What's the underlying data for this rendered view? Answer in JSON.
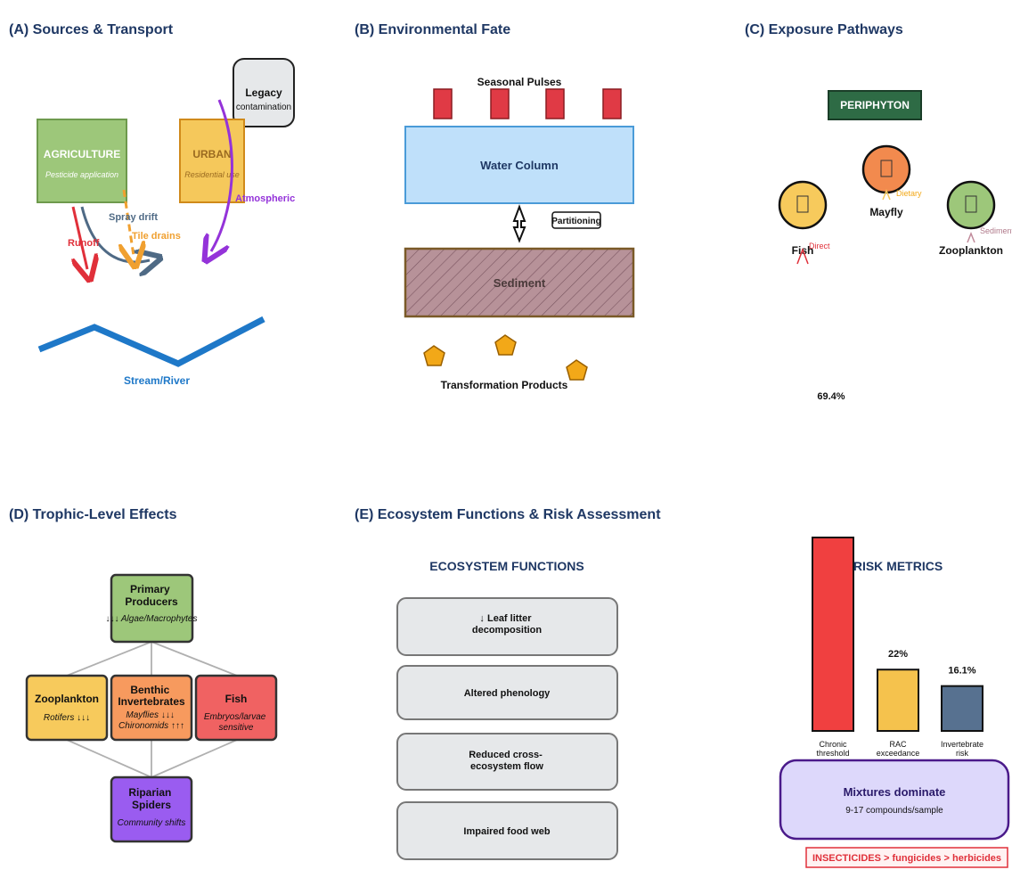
{
  "colors": {
    "title": "#1f3864",
    "agriculture": "#9dc77a",
    "urban": "#f5c85b",
    "runoff": "#e0303a",
    "spray": "#4f6a85",
    "tile": "#f0a030",
    "atmospheric": "#9433d9",
    "stream": "#1e78c8",
    "water": "#bfe0fa",
    "sediment": "#b79299",
    "pulse": "#e03a45",
    "product": "#f2a818",
    "periphyton": "#2e6b45",
    "fish": "#f7ca5c",
    "mayfly": "#f28a4e",
    "zooplankton": "#9dc77a",
    "spiders": "#9a5cf0",
    "benthic": "#f79a5e",
    "fish_d": "#f06262",
    "bar_chronic": "#f04040",
    "bar_rac": "#f5c24d",
    "bar_invert": "#577190",
    "mixtures": "#ddd8fb",
    "banner": "#e0303a"
  },
  "panelA": {
    "title": "(A) Sources & Transport",
    "agriculture": {
      "name": "AGRICULTURE",
      "sub": "Pesticide application"
    },
    "urban": {
      "name": "URBAN",
      "sub": "Residential use"
    },
    "legacy": {
      "name": "Legacy",
      "sub": "contamination"
    },
    "runoff": "Runoff",
    "spray": "Spray drift",
    "tile": "Tile drains",
    "atmospheric": "Atmospheric",
    "stream": "Stream/River"
  },
  "panelB": {
    "title": "(B) Environmental Fate",
    "pulses": "Seasonal Pulses",
    "water": "Water Column",
    "partitioning": "Partitioning",
    "sediment": "Sediment",
    "products": "Transformation Products"
  },
  "panelC": {
    "title": "(C) Exposure Pathways",
    "periphyton": "PERIPHYTON",
    "mayfly": "Mayfly",
    "fish": "Fish",
    "zooplankton": "Zooplankton",
    "dietary": "Dietary",
    "direct": "Direct",
    "sediment": "Sediment",
    "percent": "69.4%"
  },
  "panelD": {
    "title": "(D) Trophic-Level Effects",
    "primary": {
      "name": "Primary\nProducers",
      "sub": "↓↓↓ Algae/Macrophytes"
    },
    "zooplankton": {
      "name": "Zooplankton",
      "sub": "Rotifers ↓↓↓"
    },
    "benthic": {
      "name": "Benthic\nInvertebrates",
      "sub": "Mayflies ↓↓↓\nChironomids ↑↑↑"
    },
    "fish": {
      "name": "Fish",
      "sub": "Embryos/larvae\nsensitive"
    },
    "spiders": {
      "name": "Riparian\nSpiders",
      "sub": "Community shifts"
    }
  },
  "panelE": {
    "title": "(E) Ecosystem Functions & Risk Assessment",
    "functions_title": "ECOSYSTEM FUNCTIONS",
    "functions": [
      "↓ Leaf litter\ndecomposition",
      "Altered phenology",
      "Reduced cross-\necosystem flow",
      "Impaired food web"
    ],
    "risk_title": "RISK METRICS",
    "mixtures": "Mixtures dominate",
    "mixtures_sub": "9-17 compounds/sample",
    "banner": "INSECTICIDES > fungicides > herbicides"
  },
  "chart_data": {
    "type": "bar",
    "categories": [
      "Chronic\nthreshold",
      "RAC\nexceedance",
      "Invertebrate\nrisk"
    ],
    "values": [
      69.4,
      22,
      16.1
    ],
    "value_labels": [
      "69.4%",
      "22%",
      "16.1%"
    ],
    "title": "RISK METRICS",
    "ylim": [
      0,
      69.4
    ]
  }
}
